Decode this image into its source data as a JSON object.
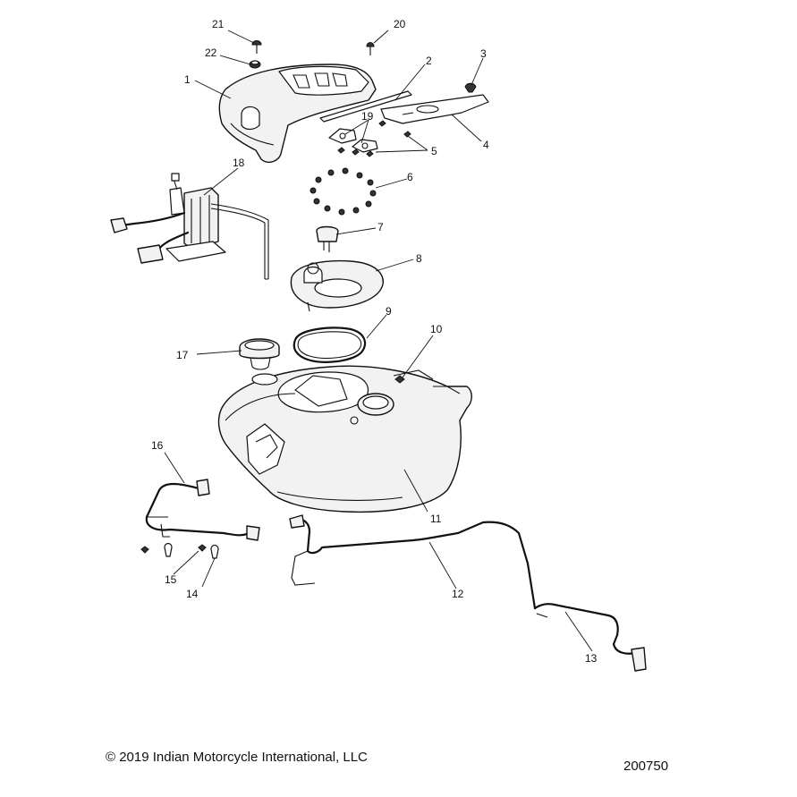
{
  "footer": {
    "copyright": "© 2019 Indian Motorcycle International, LLC",
    "drawing_number": "200750"
  },
  "callouts": {
    "c1": "1",
    "c2": "2",
    "c3": "3",
    "c4": "4",
    "c5": "5",
    "c6": "6",
    "c7": "7",
    "c8": "8",
    "c9": "9",
    "c10": "10",
    "c11": "11",
    "c12": "12",
    "c13": "13",
    "c14": "14",
    "c15": "15",
    "c16": "16",
    "c17": "17",
    "c18": "18",
    "c19": "19",
    "c20": "20",
    "c21": "21",
    "c22": "22"
  }
}
